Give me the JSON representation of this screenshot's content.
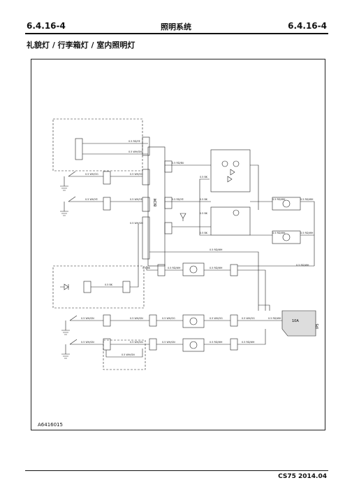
{
  "header": {
    "section_left": "6.4.16-4",
    "title": "照明系统",
    "section_right": "6.4.16-4"
  },
  "section_title": "礼貌灯 / 行李箱灯 / 室内照明灯",
  "figure_id": "A6416015",
  "footer": "CS75 2014.04",
  "diagram": {
    "module_label": "BCM",
    "fuse_box_label": "IP5",
    "fuse_label": "10A",
    "wire_labels": [
      "0.5 RD/YE",
      "0.5 WH/GN",
      "0.5 WH/OG",
      "0.5 WH/OG",
      "0.5 WH/YE",
      "0.5 WH/YE",
      "0.5 WH/GN",
      "0.5 RD/BU",
      "0.5 BK",
      "0.5 RD/YE",
      "0.5 BK",
      "0.5 BK",
      "0.5 BK",
      "0.5 RD/WH",
      "0.5 RD/WH",
      "0.5 RD/WH",
      "0.5 RD/WH",
      "0.5 RD/WH",
      "0.5 RD/WH",
      "0.5 BK",
      "0.5 WH/GN",
      "0.5 WH/GN",
      "0.5 WH/OG",
      "0.5 WH/OG",
      "0.5 WH/OG",
      "0.5 WH/GN",
      "0.5 WH/GN",
      "0.5 WH/GN",
      "0.5 RD/WH",
      "0.5 RD/WH",
      "0.5 RD/WH",
      "0.5 RD/WH",
      "0.5 BK",
      "0.5 RD/WH",
      "0.5 WH/GN"
    ]
  }
}
